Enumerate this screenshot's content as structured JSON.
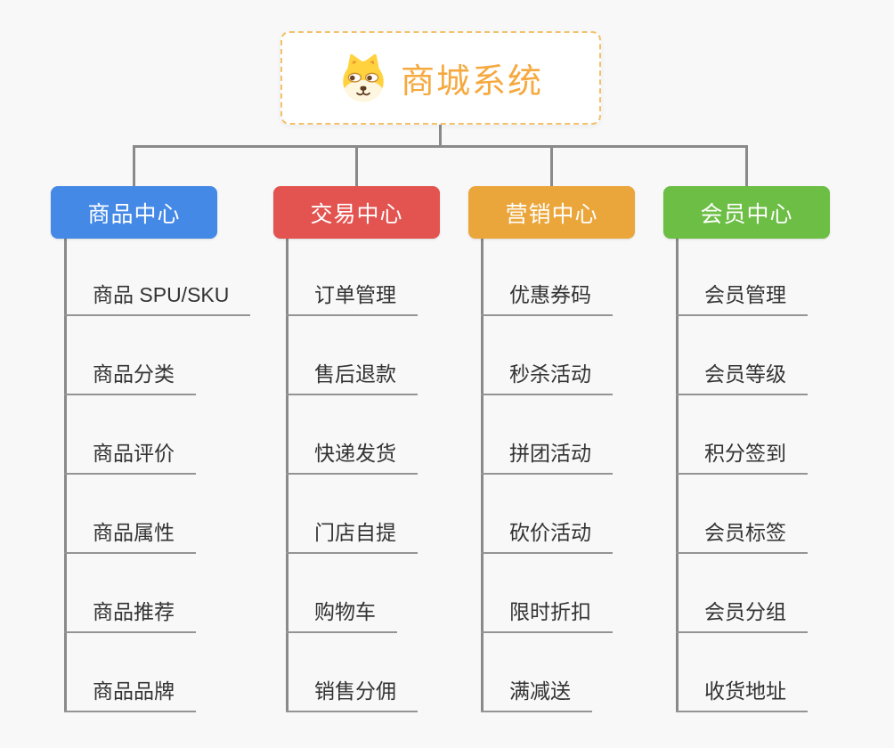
{
  "root": {
    "title": "商城系统",
    "icon": "dog-face-icon"
  },
  "branches": [
    {
      "label": "商品中心",
      "color": "#4589e7",
      "children": [
        "商品 SPU/SKU",
        "商品分类",
        "商品评价",
        "商品属性",
        "商品推荐",
        "商品品牌"
      ]
    },
    {
      "label": "交易中心",
      "color": "#e35450",
      "children": [
        "订单管理",
        "售后退款",
        "快递发货",
        "门店自提",
        "购物车",
        "销售分佣"
      ]
    },
    {
      "label": "营销中心",
      "color": "#eba63b",
      "children": [
        "优惠券码",
        "秒杀活动",
        "拼团活动",
        "砍价活动",
        "限时折扣",
        "满减送"
      ]
    },
    {
      "label": "会员中心",
      "color": "#6cbe45",
      "children": [
        "会员管理",
        "会员等级",
        "积分签到",
        "会员标签",
        "会员分组",
        "收货地址"
      ]
    }
  ],
  "colors": {
    "background": "#f8f8f8",
    "connector": "#8a8a8a",
    "leaf_underline": "#949494",
    "leaf_text": "#333333",
    "root_accent": "#f5a93f",
    "root_border": "#f3c06b"
  }
}
